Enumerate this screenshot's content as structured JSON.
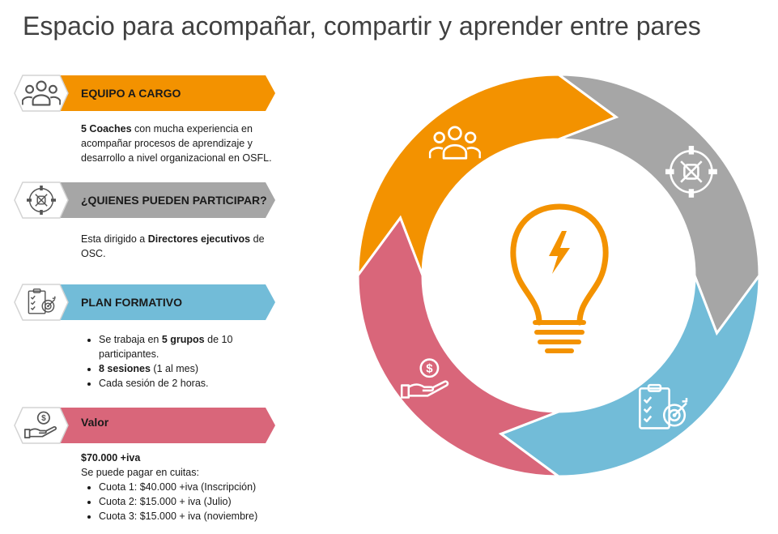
{
  "title": "Espacio para acompañar, compartir y aprender entre pares",
  "colors": {
    "orange": "#F39200",
    "gray": "#A6A6A6",
    "blue": "#72BCD8",
    "red": "#D9667A"
  },
  "sections": [
    {
      "label": "EQUIPO A CARGO",
      "icon": "people-group-icon",
      "color": "#F39200",
      "body": {
        "bold": "5 Coaches",
        "rest": " con mucha experiencia en acompañar procesos de aprendizaje  y desarrollo a nivel organizacional en OSFL."
      }
    },
    {
      "label": "¿QUIENES PUEDEN PARTICIPAR?",
      "icon": "hands-together-icon",
      "color": "#A6A6A6",
      "body": {
        "pre": "Esta dirigido a ",
        "bold": "Directores ejecutivos",
        "rest": " de OSC."
      }
    },
    {
      "label": "PLAN FORMATIVO",
      "icon": "checklist-target-icon",
      "color": "#72BCD8",
      "bullets": [
        {
          "pre": "Se trabaja en ",
          "bold": "5 grupos",
          "rest": " de 10 participantes."
        },
        {
          "pre": "",
          "bold": "8 sesiones",
          "rest": " (1 al mes)"
        },
        {
          "pre": "Cada sesión de 2 horas.",
          "bold": "",
          "rest": ""
        }
      ]
    },
    {
      "label": "Valor",
      "icon": "hand-coin-icon",
      "color": "#D9667A",
      "price": "$70.000 +iva",
      "intro": "Se puede pagar en cuitas:",
      "bullets": [
        "Cuota 1: $40.000 +iva (Inscripción)",
        "Cuota 2: $15.000 + iva (Julio)",
        "Cuota 3: $15.000 + iva (noviembre)"
      ]
    }
  ],
  "cycle": {
    "segments": [
      {
        "icon": "people-group-icon",
        "color": "#F39200"
      },
      {
        "icon": "hands-together-icon",
        "color": "#A6A6A6"
      },
      {
        "icon": "checklist-target-icon",
        "color": "#72BCD8"
      },
      {
        "icon": "hand-coin-icon",
        "color": "#D9667A"
      }
    ],
    "center_icon": "lightbulb-icon",
    "center_color": "#F39200"
  }
}
